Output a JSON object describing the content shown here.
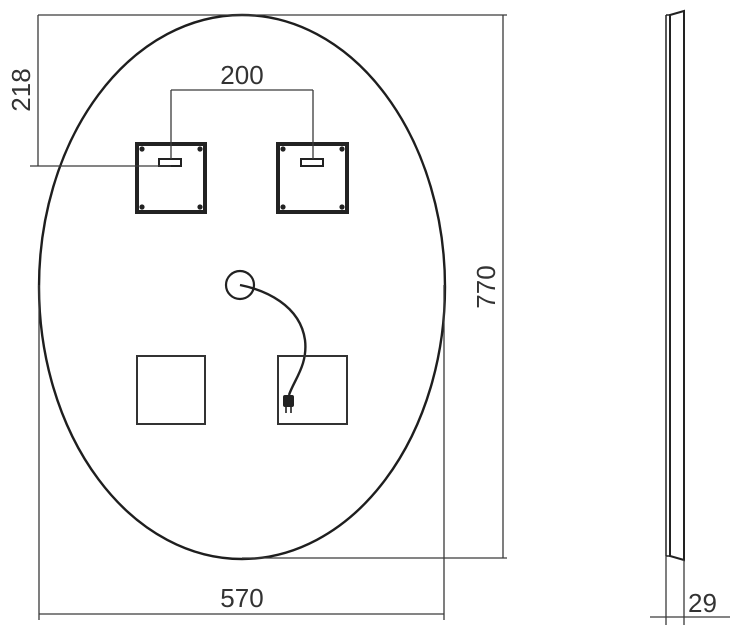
{
  "drawing": {
    "front_view": {
      "bracket_spacing": "200",
      "bracket_height": "218",
      "overall_height": "770",
      "overall_width": "570"
    },
    "side_view": {
      "depth": "29"
    },
    "colors": {
      "outline": "#1e1e1e",
      "dimension": "#3a3a3a",
      "bracket": "#222222"
    }
  }
}
